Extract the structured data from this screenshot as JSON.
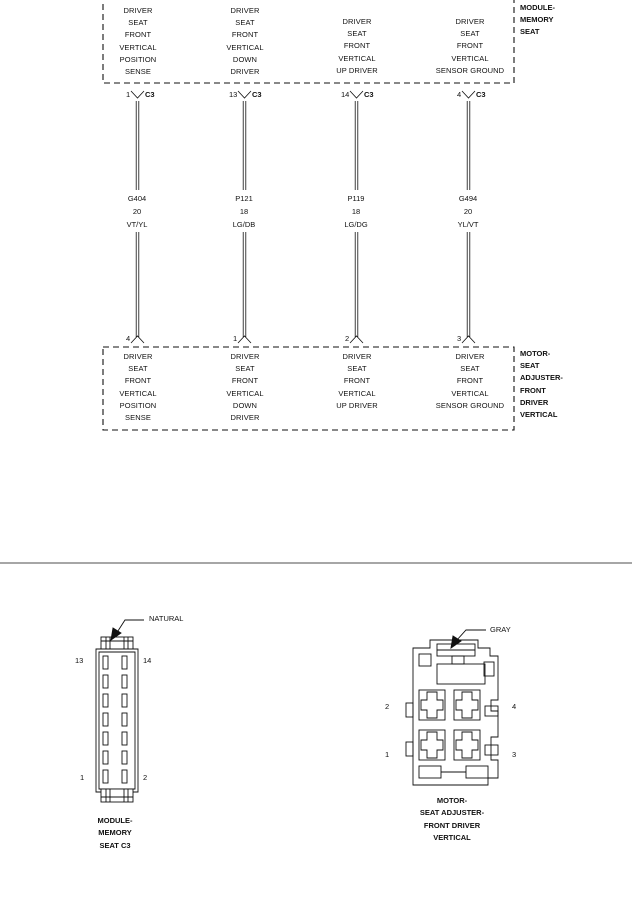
{
  "top_module": {
    "name": "MODULE-\nMEMORY\nSEAT",
    "circuits": [
      {
        "label": "DRIVER\nSEAT\nFRONT\nVERTICAL\nPOSITION\nSENSE",
        "pin": "1",
        "conn": "C3",
        "wire": "G404\n20\nVT/YL"
      },
      {
        "label": "DRIVER\nSEAT\nFRONT\nVERTICAL\nDOWN\nDRIVER",
        "pin": "13",
        "conn": "C3",
        "wire": "P121\n18\nLG/DB"
      },
      {
        "label": "DRIVER\nSEAT\nFRONT\nVERTICAL\nUP DRIVER",
        "pin": "14",
        "conn": "C3",
        "wire": "P119\n18\nLG/DG"
      },
      {
        "label": "DRIVER\nSEAT\nFRONT\nVERTICAL\nSENSOR GROUND",
        "pin": "4",
        "conn": "C3",
        "wire": "G494\n20\nYL/VT"
      }
    ]
  },
  "bottom_module": {
    "name": "MOTOR-\nSEAT\nADJUSTER-\nFRONT\nDRIVER\nVERTICAL",
    "circuits": [
      {
        "label": "DRIVER\nSEAT\nFRONT\nVERTICAL\nPOSITION\nSENSE",
        "pin": "4"
      },
      {
        "label": "DRIVER\nSEAT\nFRONT\nVERTICAL\nDOWN\nDRIVER",
        "pin": "1"
      },
      {
        "label": "DRIVER\nSEAT\nFRONT\nVERTICAL\nUP DRIVER",
        "pin": "2"
      },
      {
        "label": "DRIVER\nSEAT\nFRONT\nVERTICAL\nSENSOR GROUND",
        "pin": "3"
      }
    ]
  },
  "connector_left": {
    "color_label": "NATURAL",
    "pins": {
      "top_left": "13",
      "top_right": "14",
      "bottom_left": "1",
      "bottom_right": "2"
    },
    "caption": "MODULE-\nMEMORY\nSEAT C3"
  },
  "connector_right": {
    "color_label": "GRAY",
    "pins": {
      "left_upper": "2",
      "right_upper": "4",
      "left_lower": "1",
      "right_lower": "3"
    },
    "caption": "MOTOR-\nSEAT ADJUSTER-\nFRONT DRIVER\nVERTICAL"
  }
}
